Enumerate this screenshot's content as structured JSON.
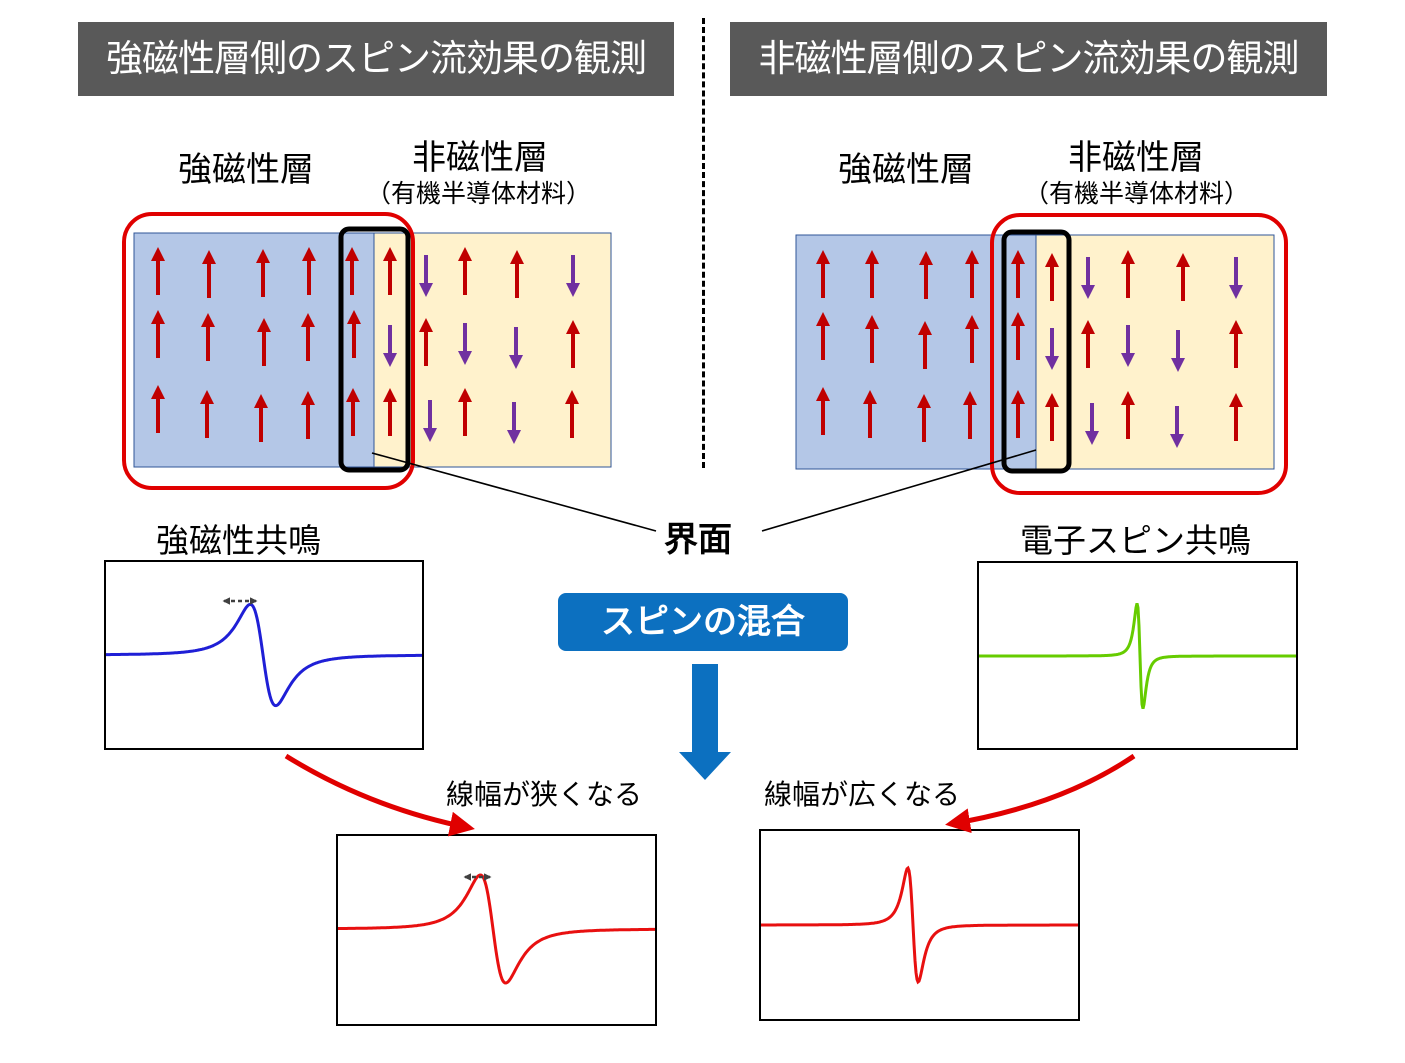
{
  "left_panel": {
    "header": "強磁性層側のスピン流効果の観測",
    "ferro_label": "強磁性層",
    "nonmag_label": "非磁性層",
    "nonmag_sub": "（有機半導体材料）",
    "resonance_label": "強磁性共鳴",
    "result_label": "線幅が狭くなる"
  },
  "right_panel": {
    "header": "非磁性層側のスピン流効果の観測",
    "ferro_label": "強磁性層",
    "nonmag_label": "非磁性層",
    "nonmag_sub": "（有機半導体材料）",
    "resonance_label": "電子スピン共鳴",
    "result_label": "線幅が広くなる"
  },
  "center": {
    "interface_label": "界面",
    "mixing_label": "スピンの混合"
  },
  "colors": {
    "header_bg": "#595959",
    "ferro_layer": "#b4c7e7",
    "nonmag_layer": "#fff2cc",
    "spin_up": "#c00000",
    "spin_down": "#7030a0",
    "highlight_red": "#e00000",
    "fmr_curve": "#1f1fd6",
    "esr_curve": "#66cc00",
    "result_curve": "#e81010",
    "mixing_blue": "#0c70c0"
  }
}
